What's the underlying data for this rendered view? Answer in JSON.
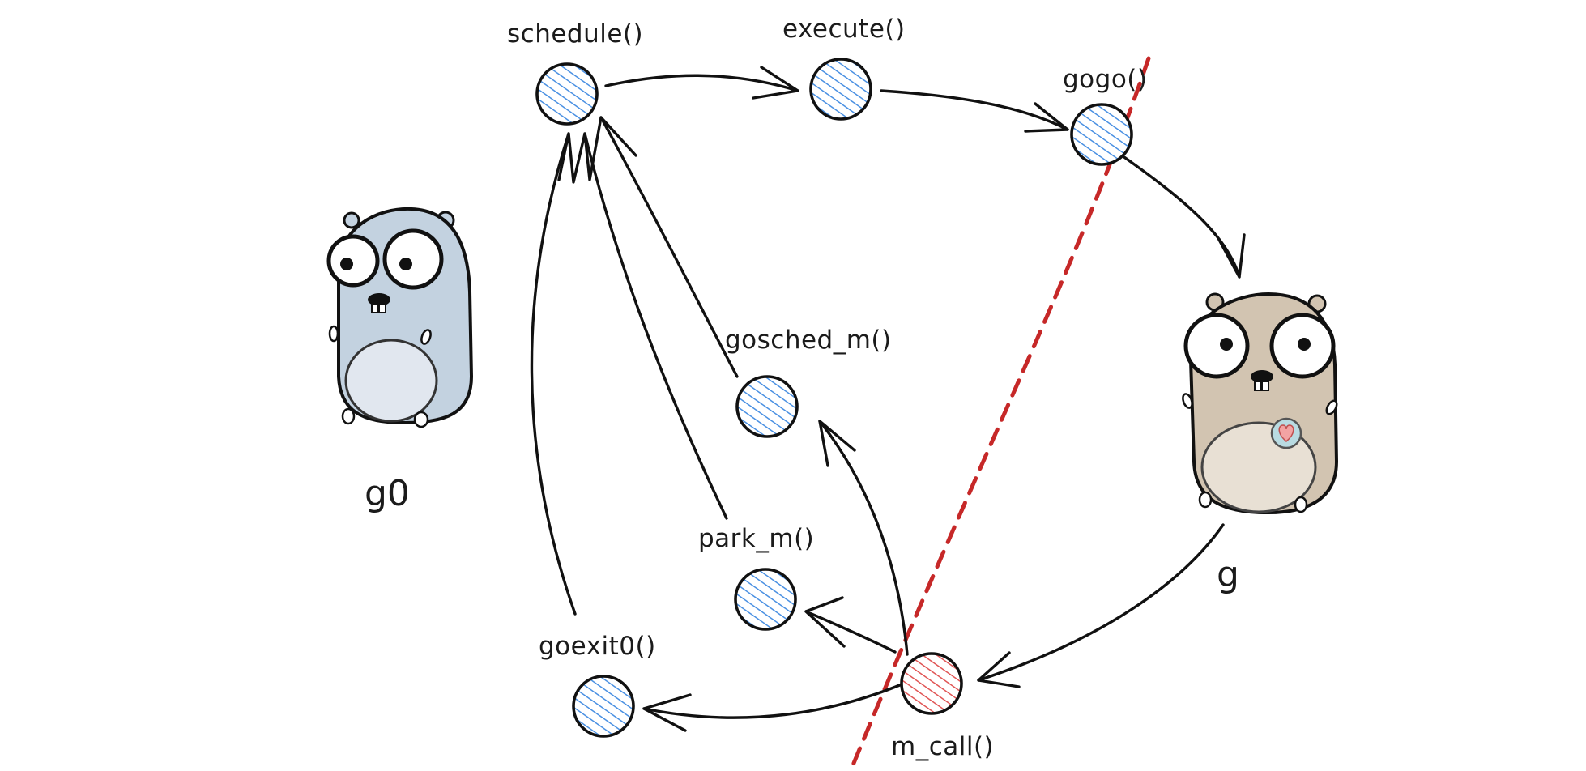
{
  "diagram": {
    "colors": {
      "blue_node": "#4a90e2",
      "red_node": "#e05555",
      "boundary_line": "#c62828",
      "g0_body": "#c3d2e0",
      "g_body": "#d2c4b1"
    },
    "gophers": {
      "g0": {
        "name": "g0",
        "icon": "gopher-blue-icon"
      },
      "g": {
        "name": "g",
        "icon": "gopher-tan-icon"
      }
    },
    "nodes": [
      {
        "id": "schedule",
        "label": "schedule()",
        "fill": "blue"
      },
      {
        "id": "execute",
        "label": "execute()",
        "fill": "blue"
      },
      {
        "id": "gogo",
        "label": "gogo()",
        "fill": "blue"
      },
      {
        "id": "gosched_m",
        "label": "gosched_m()",
        "fill": "blue"
      },
      {
        "id": "park_m",
        "label": "park_m()",
        "fill": "blue"
      },
      {
        "id": "goexit0",
        "label": "goexit0()",
        "fill": "blue"
      },
      {
        "id": "m_call",
        "label": "m_call()",
        "fill": "red"
      }
    ],
    "edges": [
      {
        "from": "schedule",
        "to": "execute"
      },
      {
        "from": "execute",
        "to": "gogo"
      },
      {
        "from": "gogo",
        "to": "g"
      },
      {
        "from": "g",
        "to": "m_call"
      },
      {
        "from": "m_call",
        "to": "gosched_m"
      },
      {
        "from": "m_call",
        "to": "park_m"
      },
      {
        "from": "m_call",
        "to": "goexit0"
      },
      {
        "from": "gosched_m",
        "to": "schedule"
      },
      {
        "from": "park_m",
        "to": "schedule"
      },
      {
        "from": "goexit0",
        "to": "schedule"
      }
    ]
  }
}
